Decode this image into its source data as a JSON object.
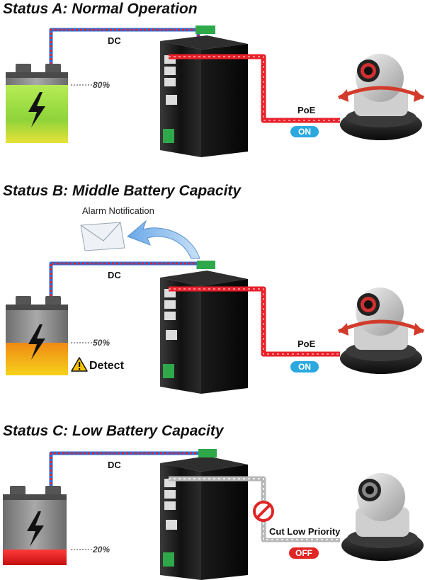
{
  "colors": {
    "green_battery": "#8ed43a",
    "orange_battery": "#f2a21a",
    "red_battery": "#e02020",
    "poe_on": "#2aa8e0",
    "poe_off": "#e02525",
    "cable_red": "#e8202a",
    "cable_blue": "#2a6fd8",
    "cable_gray": "#b8b8b8"
  },
  "panels": [
    {
      "title": "Status A: Normal Operation",
      "dc_label": "DC",
      "battery_percent": "80%",
      "battery_level": 0.8,
      "poe_label": "PoE",
      "poe_state": "ON"
    },
    {
      "title": "Status B: Middle Battery Capacity",
      "dc_label": "DC",
      "battery_percent": "50%",
      "battery_level": 0.5,
      "alarm_label": "Alarm Notification",
      "detect_label": "Detect",
      "poe_label": "PoE",
      "poe_state": "ON"
    },
    {
      "title": "Status C: Low Battery Capacity",
      "dc_label": "DC",
      "battery_percent": "20%",
      "battery_level": 0.2,
      "cut_label": "Cut Low Priority",
      "poe_state": "OFF"
    }
  ]
}
